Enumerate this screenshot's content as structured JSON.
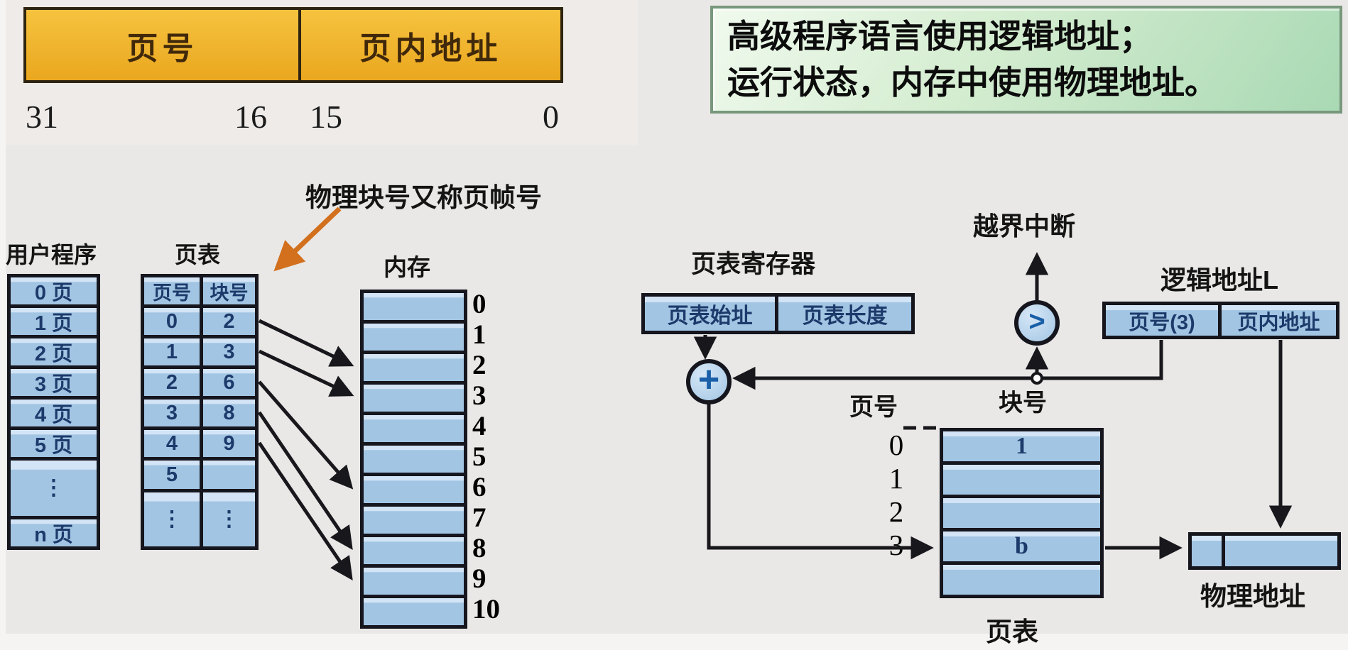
{
  "address_format": {
    "page_no": "页号",
    "offset": "页内地址",
    "bits": [
      "31",
      "16",
      "15",
      "0"
    ]
  },
  "note": {
    "line1": "高级程序语言使用逻辑地址；",
    "line2": "运行状态，内存中使用物理地址。"
  },
  "annotation": {
    "frame_note": "物理块号又称页帧号"
  },
  "user_program": {
    "title": "用户程序",
    "cells": [
      "0 页",
      "1 页",
      "2 页",
      "3 页",
      "4 页",
      "5 页",
      "⋮",
      "n 页"
    ]
  },
  "page_table_left": {
    "title": "页表",
    "col1": "页号",
    "col2": "块号",
    "rows": [
      [
        "0",
        "2"
      ],
      [
        "1",
        "3"
      ],
      [
        "2",
        "6"
      ],
      [
        "3",
        "8"
      ],
      [
        "4",
        "9"
      ],
      [
        "5",
        ""
      ],
      [
        "⋮",
        "⋮"
      ]
    ]
  },
  "memory": {
    "title": "内存",
    "row_labels": [
      "0",
      "1",
      "2",
      "3",
      "4",
      "5",
      "6",
      "7",
      "8",
      "9",
      "10"
    ]
  },
  "right": {
    "ptr_label": "页表寄存器",
    "ptr_cells": [
      "页表始址",
      "页表长度"
    ],
    "interrupt": "越界中断",
    "logical_label": "逻辑地址L",
    "logical_cells": [
      "页号(3)",
      "页内地址"
    ],
    "page_no_label": "页号",
    "block_no_label": "块号",
    "row_indices": [
      "0",
      "1",
      "2",
      "3"
    ],
    "table_values": [
      "1",
      "",
      "",
      "b",
      ""
    ],
    "page_table_label": "页表",
    "physical_label": "物理地址",
    "plus_symbol": "+",
    "gt_symbol": ">"
  },
  "colors": {
    "cell_blue": "#a2c5e3",
    "bar_yellow": "#efb32b",
    "note_green": "#c9e8c9",
    "arrow_black": "#17171c",
    "arrow_orange": "#d2701e",
    "text_navy": "#1d3a6b"
  }
}
